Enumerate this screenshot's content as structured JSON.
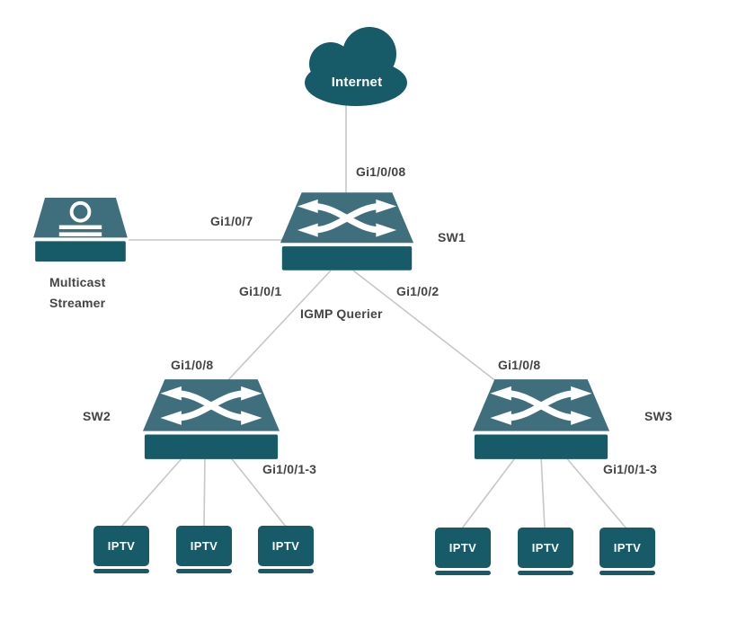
{
  "colors": {
    "background": "#ffffff",
    "node_dark_teal": "#175a68",
    "node_top_teal": "#3f6f7d",
    "connector_gray": "#c7c7c7",
    "label_text": "#444444",
    "icon_glyph_white": "#ffffff"
  },
  "labels": {
    "internet": "Internet",
    "sw1": "SW1",
    "sw2": "SW2",
    "sw3": "SW3",
    "streamer_line1": "Multicast",
    "streamer_line2": "Streamer",
    "igmp_querier": "IGMP Querier"
  },
  "ports": {
    "sw1_internet": "Gi1/0/08",
    "sw1_streamer": "Gi1/0/7",
    "sw1_to_sw2": "Gi1/0/1",
    "sw1_to_sw3": "Gi1/0/2",
    "sw2_uplink": "Gi1/0/8",
    "sw3_uplink": "Gi1/0/8",
    "sw2_access": "Gi1/0/1-3",
    "sw3_access": "Gi1/0/1-3"
  },
  "iptv_boxes": [
    "IPTV",
    "IPTV",
    "IPTV",
    "IPTV",
    "IPTV",
    "IPTV"
  ],
  "icons": {
    "cloud": "internet-cloud-icon",
    "switch": "layer2-switch-icon",
    "streamer": "media-server-icon",
    "iptv": "tv-set-top-icon"
  }
}
